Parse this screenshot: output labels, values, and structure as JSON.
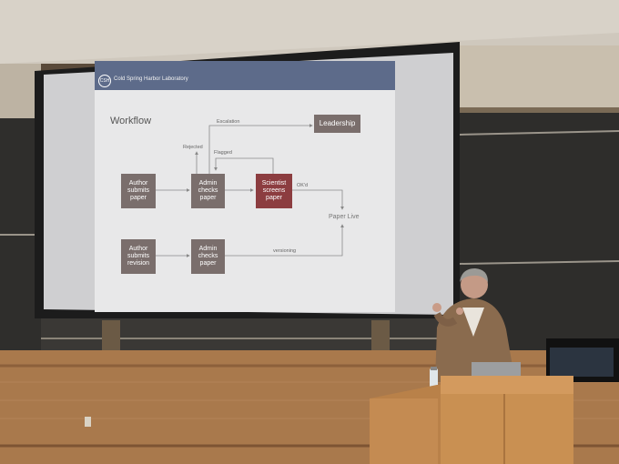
{
  "slide": {
    "org_logo": "CSH",
    "org_name": "Cold Spring Harbor Laboratory",
    "title": "Workflow",
    "boxes": {
      "author_submits_paper": "Author submits paper",
      "admin_checks_paper_top": "Admin checks paper",
      "scientist_screens_paper": "Scientist screens paper",
      "author_submits_revision": "Author submits revision",
      "admin_checks_paper_bottom": "Admin checks paper",
      "leadership": "Leadership"
    },
    "labels": {
      "escalation": "Escalation",
      "rejected": "Rejected",
      "flagged": "Flagged",
      "okd": "OK'd",
      "versioning": "versioning",
      "paper_live": "Paper Live"
    }
  },
  "colors": {
    "header_bar": "#5d6b8a",
    "box_gray": "#7a6e6c",
    "box_highlight": "#8c3d40",
    "slide_background": "#e8e8e9"
  }
}
